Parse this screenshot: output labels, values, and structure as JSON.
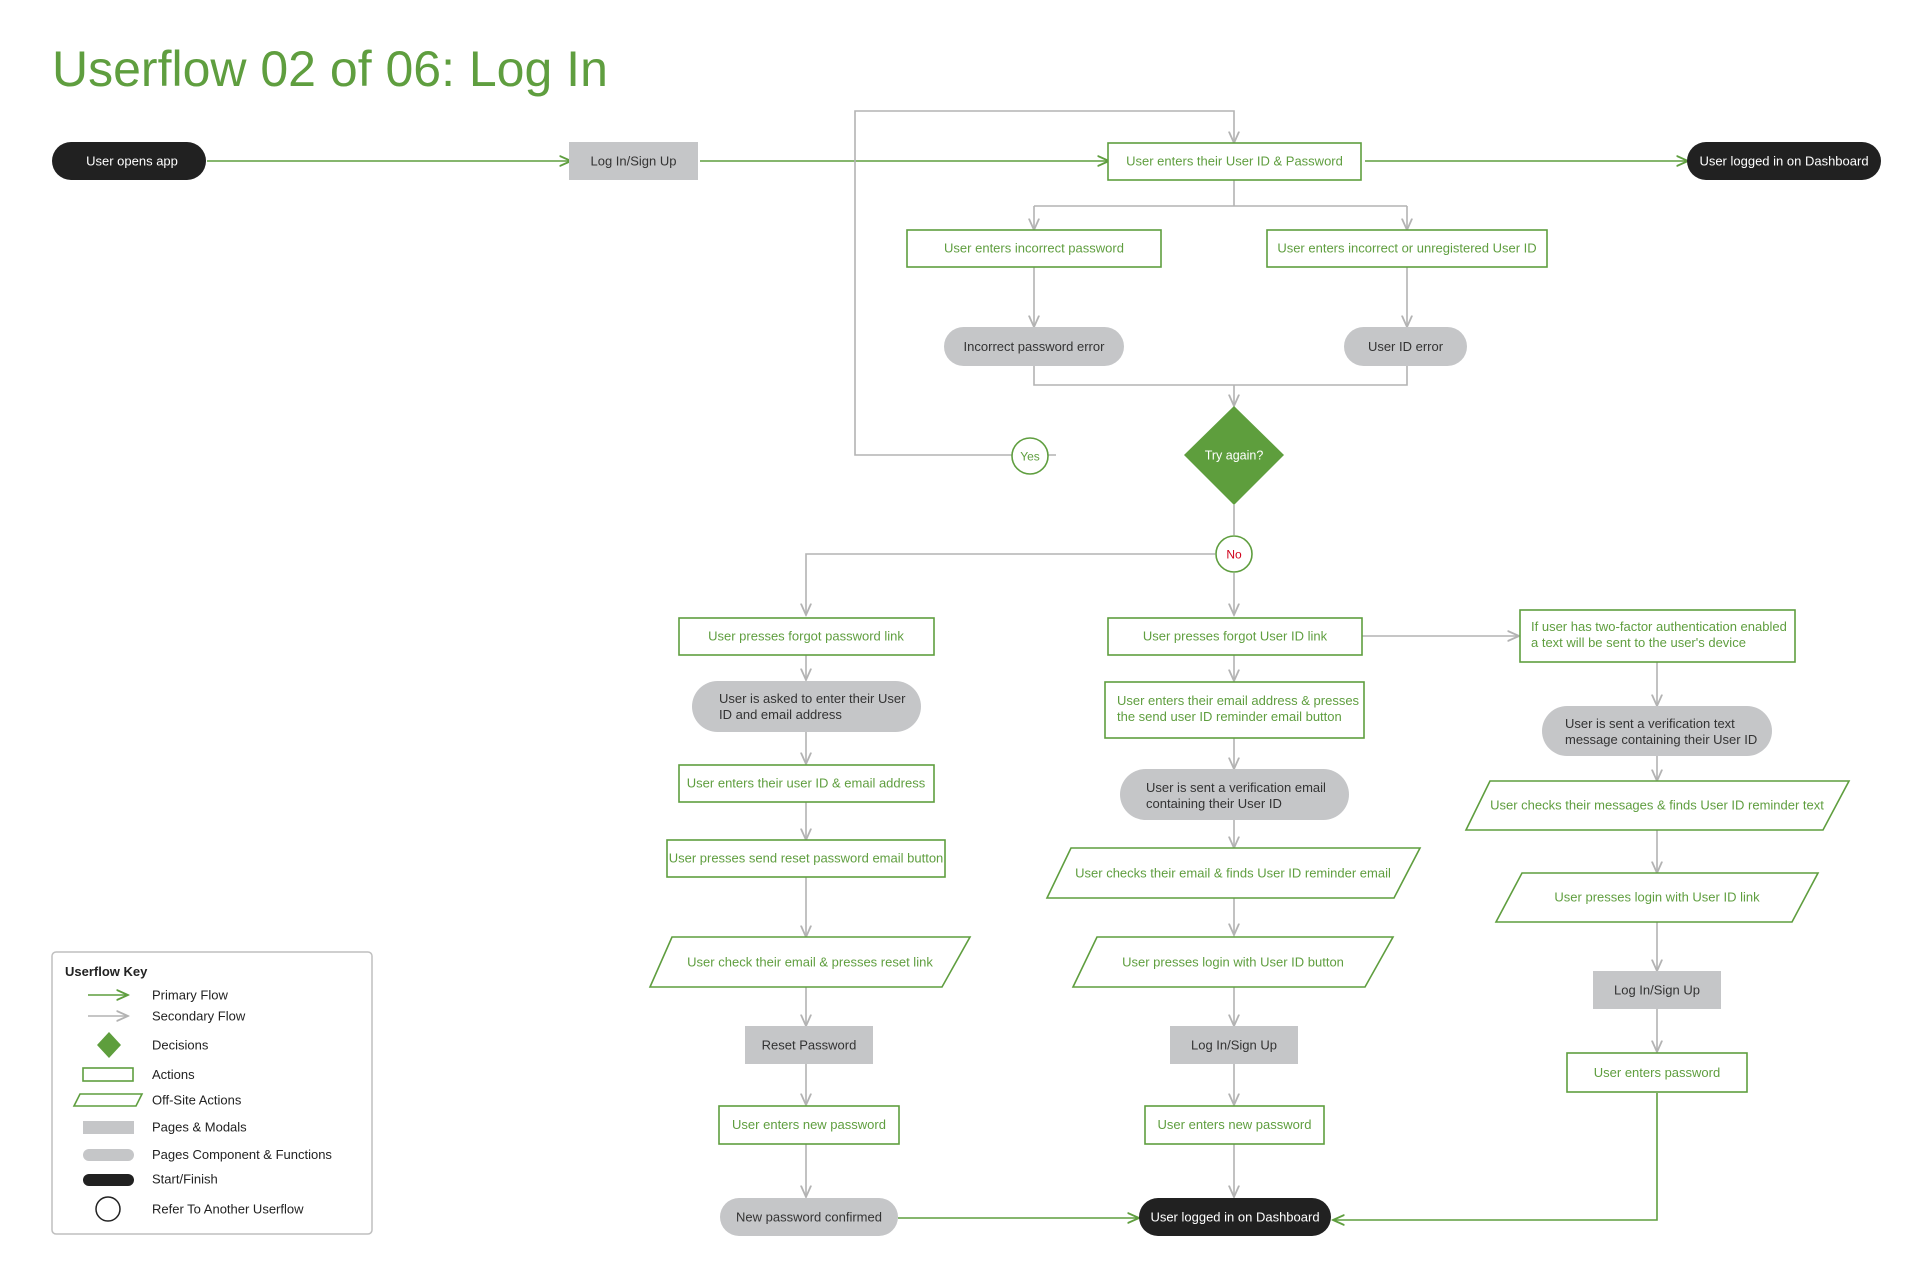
{
  "title": "Userflow 02 of 06: Log In",
  "colors": {
    "primary": "#5f9e3f",
    "secondary": "#b3b3b3",
    "decision": "#5e9e3d",
    "page": "#c5c6c8",
    "terminal": "#212121",
    "error_text": "#d0021b"
  },
  "nodes": {
    "user_opens_app": "User opens app",
    "login_signup_top": "Log In/Sign Up",
    "enters_id_password": "User enters their User ID & Password",
    "logged_in_top": "User logged in on Dashboard",
    "incorrect_password": "User enters incorrect password",
    "incorrect_userid": "User enters incorrect or unregistered User ID",
    "incorrect_password_error": "Incorrect password error",
    "userid_error": "User ID error",
    "try_again": "Try again?",
    "yes": "Yes",
    "no": "No",
    "forgot_password_link": "User presses forgot password link",
    "asked_enter_id_email": [
      "User is asked to enter their User",
      "ID and email address"
    ],
    "enters_id_email": "User enters their user ID & email address",
    "send_reset_button": "User presses send reset password email button",
    "check_email_reset_link": "User check their email & presses reset link",
    "reset_password": "Reset Password",
    "enters_new_password_left": "User enters new password",
    "new_password_confirmed": "New password confirmed",
    "forgot_userid_link": "User presses forgot User ID link",
    "enters_email_reminder": [
      "User enters their email address & presses",
      "the send user ID reminder email button"
    ],
    "sent_verification_email": [
      "User is sent a verification email",
      "containing their User ID"
    ],
    "checks_email_reminder": "User checks their email & finds User ID reminder email",
    "login_with_userid_button": "User presses login with User ID button",
    "login_signup_mid": "Log In/Sign Up",
    "enters_new_password_mid": "User enters new password",
    "logged_in_bottom": "User logged in on Dashboard",
    "two_factor": [
      "If user has two-factor authentication enabled",
      "a text will be sent to the user's device"
    ],
    "sent_verification_text": [
      "User is sent a verification text",
      "message containing their User ID"
    ],
    "checks_messages": "User checks their messages & finds User ID reminder text",
    "login_with_userid_link": "User presses login with User ID link",
    "login_signup_right": "Log In/Sign Up",
    "enters_password_right": "User enters password"
  },
  "key": {
    "heading": "Userflow Key",
    "items": [
      "Primary Flow",
      "Secondary Flow",
      "Decisions",
      "Actions",
      "Off-Site Actions",
      "Pages & Modals",
      "Pages Component & Functions",
      "Start/Finish",
      "Refer To Another Userflow"
    ]
  }
}
